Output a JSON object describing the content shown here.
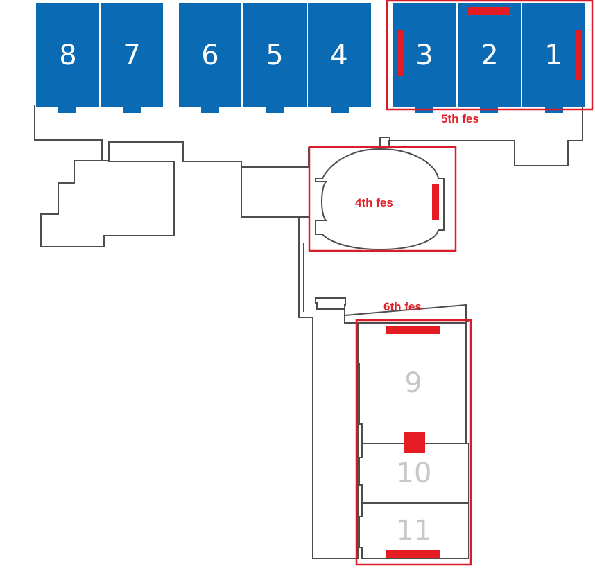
{
  "map": {
    "halls_top": [
      {
        "id": "hall-8",
        "number": "8"
      },
      {
        "id": "hall-7",
        "number": "7"
      },
      {
        "id": "hall-6",
        "number": "6"
      },
      {
        "id": "hall-5",
        "number": "5"
      },
      {
        "id": "hall-4",
        "number": "4"
      },
      {
        "id": "hall-3",
        "number": "3"
      },
      {
        "id": "hall-2",
        "number": "2"
      },
      {
        "id": "hall-1",
        "number": "1"
      }
    ],
    "halls_bottom": [
      {
        "id": "hall-9",
        "number": "9"
      },
      {
        "id": "hall-10",
        "number": "10"
      },
      {
        "id": "hall-11",
        "number": "11"
      }
    ],
    "zones": {
      "fifth": "5th fes",
      "fourth": "4th fes",
      "sixth": "6th fes"
    },
    "colors": {
      "hall_blue": "#0b6ab4",
      "highlight_red": "#e51c24",
      "outline_gray": "#4d4d4d",
      "inactive_number_gray": "#c8c8c8"
    }
  }
}
